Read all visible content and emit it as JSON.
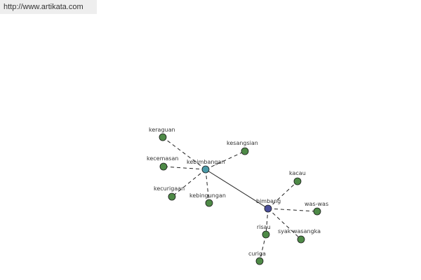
{
  "source_url": "http://www.artikata.com",
  "colors": {
    "leaf": "#4e8a47",
    "hub_a": "#4a9aa8",
    "hub_b": "#4b4f9a",
    "edge": "#222222"
  },
  "graph": {
    "nodes": [
      {
        "id": "kebimbangan",
        "label": "kebimbangan",
        "kind": "hub_a"
      },
      {
        "id": "bimbang",
        "label": "bimbang",
        "kind": "hub_b"
      },
      {
        "id": "keraguan",
        "label": "keraguan",
        "kind": "leaf"
      },
      {
        "id": "kecemasan",
        "label": "kecemasan",
        "kind": "leaf"
      },
      {
        "id": "kecurigaan",
        "label": "kecurigaan",
        "kind": "leaf"
      },
      {
        "id": "kebingungan",
        "label": "kebingungan",
        "kind": "leaf"
      },
      {
        "id": "kesangsian",
        "label": "kesangsian",
        "kind": "leaf"
      },
      {
        "id": "kacau",
        "label": "kacau",
        "kind": "leaf"
      },
      {
        "id": "was-was",
        "label": "was-was",
        "kind": "leaf"
      },
      {
        "id": "syak wasangka",
        "label": "syak wasangka",
        "kind": "leaf"
      },
      {
        "id": "risau",
        "label": "risau",
        "kind": "leaf"
      },
      {
        "id": "curiga",
        "label": "curiga",
        "kind": "leaf"
      }
    ],
    "edges": [
      {
        "from": "kebimbangan",
        "to": "bimbang",
        "style": "solid"
      },
      {
        "from": "kebimbangan",
        "to": "keraguan",
        "style": "dashed"
      },
      {
        "from": "kebimbangan",
        "to": "kecemasan",
        "style": "dashed"
      },
      {
        "from": "kebimbangan",
        "to": "kecurigaan",
        "style": "dashed"
      },
      {
        "from": "kebimbangan",
        "to": "kebingungan",
        "style": "dashed"
      },
      {
        "from": "kebimbangan",
        "to": "kesangsian",
        "style": "dashed"
      },
      {
        "from": "bimbang",
        "to": "kacau",
        "style": "dashed"
      },
      {
        "from": "bimbang",
        "to": "was-was",
        "style": "dashed"
      },
      {
        "from": "bimbang",
        "to": "syak wasangka",
        "style": "dashed"
      },
      {
        "from": "bimbang",
        "to": "risau",
        "style": "dashed"
      },
      {
        "from": "risau",
        "to": "curiga",
        "style": "dashed"
      }
    ]
  }
}
